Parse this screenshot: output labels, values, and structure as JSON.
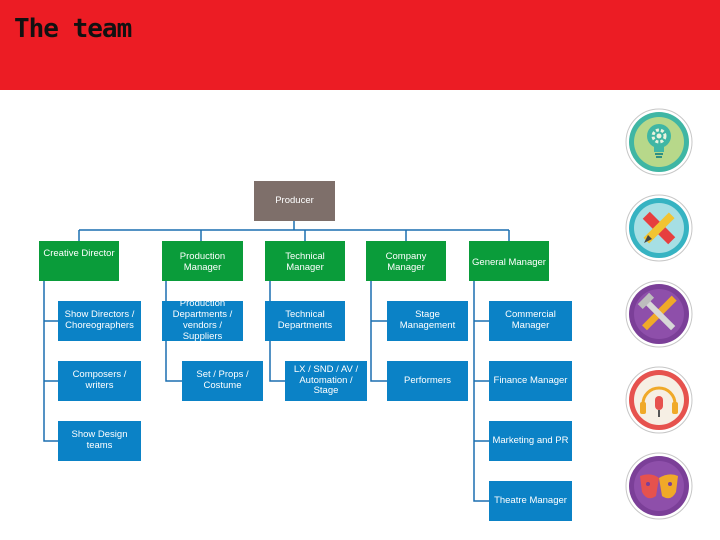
{
  "slide": {
    "title": "The team"
  },
  "orgchart": {
    "producer": "Producer",
    "heads": {
      "creative_director": "Creative Director",
      "production_manager": "Production Manager",
      "technical_manager": "Technical Manager",
      "company_manager": "Company Manager",
      "general_manager": "General Manager"
    },
    "creative": {
      "show_directors": "Show Directors / Choreographers",
      "composers": "Composers / writers",
      "show_design": "Show Design teams"
    },
    "production": {
      "departments": "Production Departments / vendors / Suppliers",
      "set_props": "Set / Props / Costume"
    },
    "technical": {
      "departments": "Technical Departments",
      "lx_snd": "LX / SND / AV / Automation / Stage"
    },
    "company": {
      "stage_management": "Stage Management",
      "performers": "Performers"
    },
    "general": {
      "commercial_manager": "Commercial Manager",
      "finance_manager": "Finance Manager",
      "marketing_pr": "Marketing and PR",
      "theatre_manager": "Theatre Manager"
    }
  },
  "icons": [
    "lightbulb-gear-icon",
    "ruler-pencil-icon",
    "wrench-hammer-icon",
    "headphones-microphone-icon",
    "theatre-masks-icon"
  ],
  "colors": {
    "banner": "#ec1c24",
    "head_box": "#0a9c3a",
    "sub_box": "#0b82c6",
    "producer_box": "#7e6f6a",
    "connector": "#1b6fb0"
  }
}
